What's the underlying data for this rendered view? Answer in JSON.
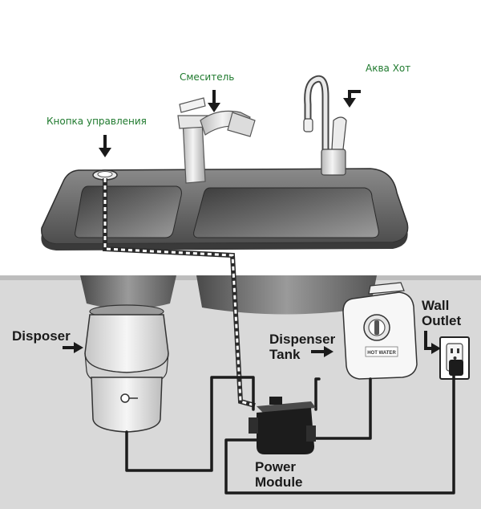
{
  "labels": {
    "control_button": "Кнопка управления",
    "faucet": "Смеситель",
    "aqua_hot": "Аква Хот",
    "disposer": "Disposer",
    "dispenser_tank_line1": "Dispenser",
    "dispenser_tank_line2": "Tank",
    "power_module_line1": "Power",
    "power_module_line2": "Module",
    "wall_outlet_line1": "Wall",
    "wall_outlet_line2": "Outlet",
    "tank_badge": "HOT WATER"
  },
  "colors": {
    "russian_label": "#1f7a2e",
    "english_label": "#1a1a1a",
    "countertop": "#6e6e6e",
    "cabinet": "#d9d9d9"
  },
  "icons": [
    "arrow-down-icon",
    "arrow-right-icon",
    "bent-arrow-icon",
    "wall-outlet-icon",
    "power-plug-icon"
  ]
}
